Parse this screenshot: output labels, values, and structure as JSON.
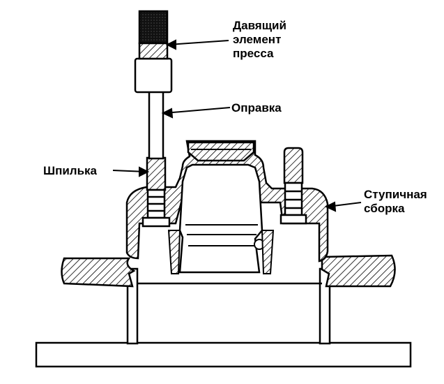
{
  "labels": {
    "press_line1": "Давящий",
    "press_line2": "элемент",
    "press_line3": "пресса",
    "mandrel": "Оправка",
    "stud": "Шпилька",
    "hub_line1": "Ступичная",
    "hub_line2": "сборка"
  },
  "colors": {
    "ink": "#000000",
    "paper": "#ffffff"
  }
}
